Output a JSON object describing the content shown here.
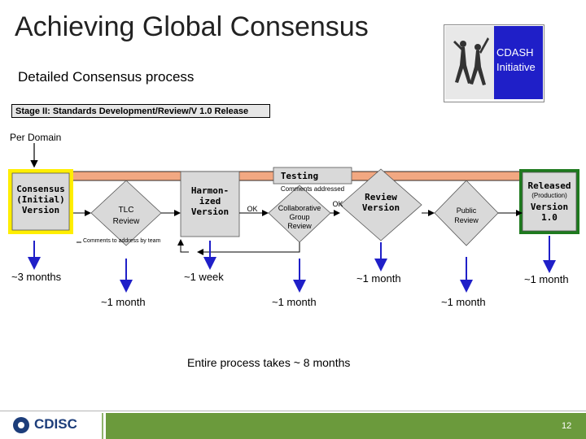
{
  "title": "Achieving Global Consensus",
  "subtitle": "Detailed Consensus process",
  "logo": {
    "line1": "CDASH",
    "line2": "Initiative"
  },
  "stage_bar": "Stage II: Standards Development/Review/V 1.0 Release",
  "per_domain": "Per Domain",
  "nodes": {
    "consensus": [
      "Consensus",
      "(Initial)",
      "Version"
    ],
    "tlc": [
      "TLC",
      "Review"
    ],
    "harmonized": [
      "Harmon-",
      "ized",
      "Version"
    ],
    "testing": "Testing",
    "comments_addressed": "Comments addressed",
    "ok1": "OK",
    "ok2": "OK",
    "collab": [
      "Collaborative",
      "Group",
      "Review"
    ],
    "review_version": [
      "Review",
      "Version"
    ],
    "public": [
      "Public",
      "Review"
    ],
    "released": "Released",
    "production": "(Production)",
    "version10": [
      "Version",
      "1.0"
    ],
    "comments_team": "Comments to address by team"
  },
  "durations": {
    "d1": "~3 months",
    "d2": "~1 month",
    "d3": "~1 week",
    "d4": "~1 month",
    "d5": "~1 month",
    "d6": "~1 month",
    "d7": "~1 month"
  },
  "total": "Entire process takes ~ 8 months",
  "footer": {
    "brand": "CDISC",
    "page": "12"
  },
  "colors": {
    "accent_blue": "#1f1fc8",
    "highlight_yellow": "#ffee00",
    "green": "#1e7a1e",
    "salmon": "#f2a882",
    "footer_green": "#6b9a3c"
  }
}
